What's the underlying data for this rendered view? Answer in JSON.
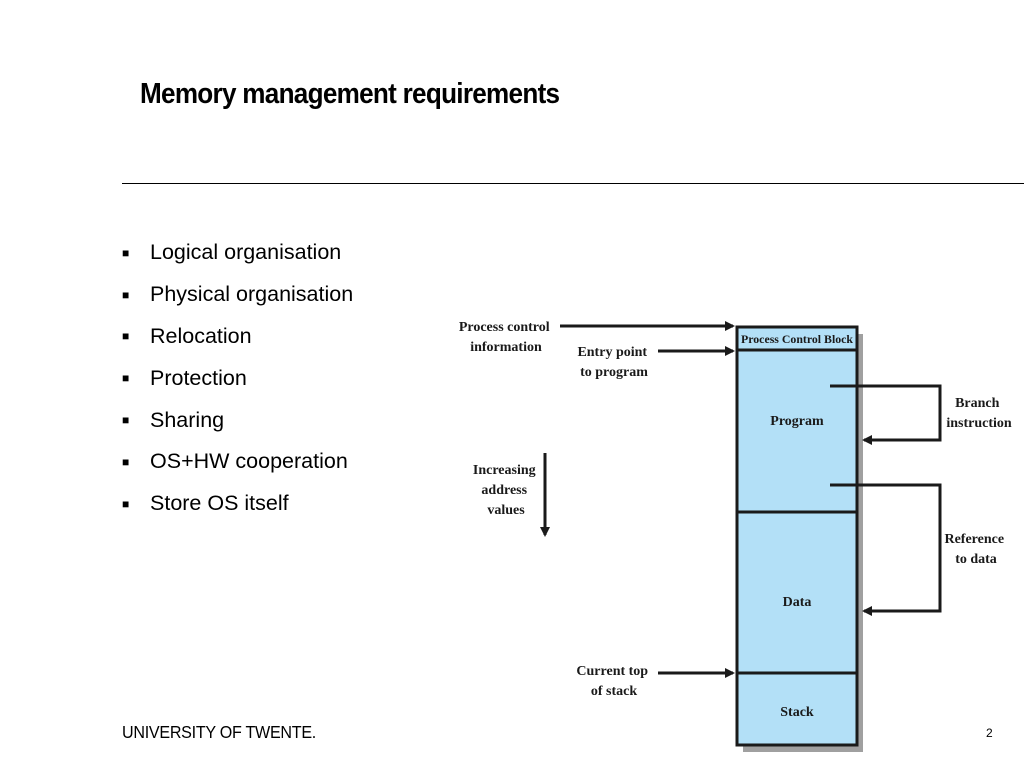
{
  "slide": {
    "title": "Memory management requirements",
    "bullets": [
      "Logical organisation",
      "Physical organisation",
      "Relocation",
      "Protection",
      "Sharing",
      "OS+HW cooperation",
      "Store OS itself"
    ],
    "footer_logo": "UNIVERSITY OF TWENTE.",
    "page_number": "2"
  },
  "diagram": {
    "segments": {
      "pcb": "Process Control Block",
      "program": "Program",
      "data": "Data",
      "stack": "Stack"
    },
    "labels": {
      "process_control_information": [
        "Process control",
        "information"
      ],
      "entry_point": [
        "Entry point",
        "to program"
      ],
      "increasing_address": [
        "Increasing",
        "address",
        "values"
      ],
      "current_top_of_stack": [
        "Current top",
        "of stack"
      ],
      "branch_instruction": [
        "Branch",
        "instruction"
      ],
      "reference_to_data": [
        "Reference",
        "to data"
      ]
    },
    "colors": {
      "box_fill": "#b3e0f7",
      "shadow": "#a0a0a0",
      "outline": "#1a1a1a"
    }
  }
}
